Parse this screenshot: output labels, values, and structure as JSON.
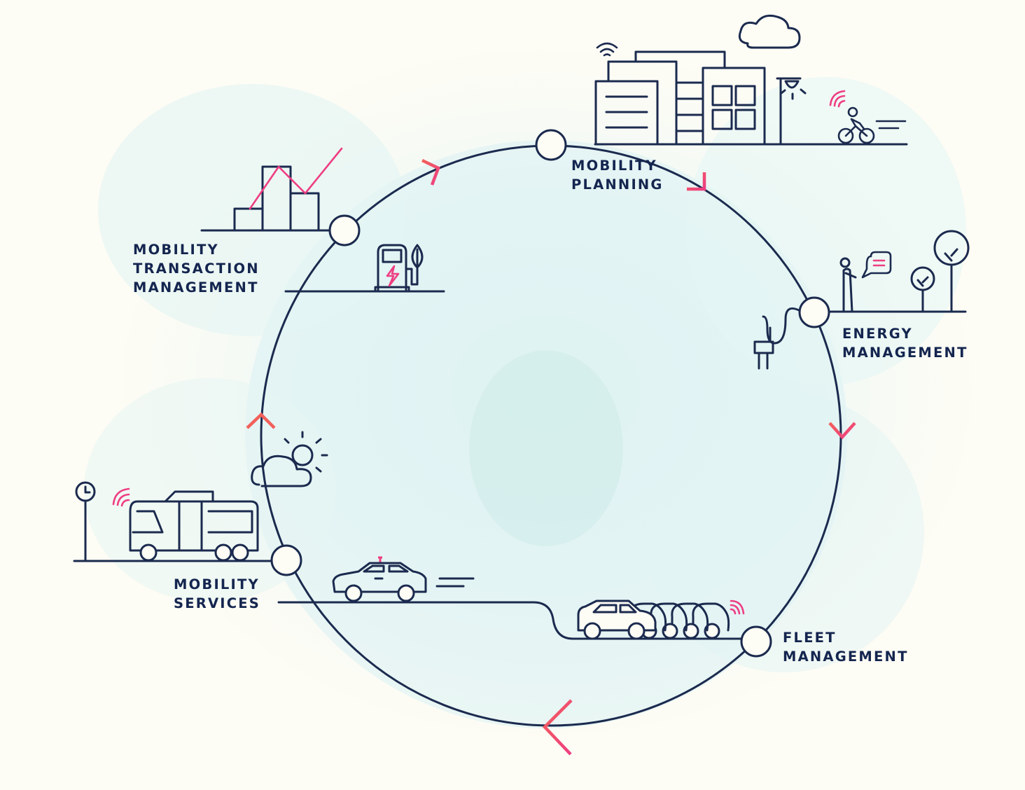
{
  "colors": {
    "background": "#fdfcf5",
    "ink": "#1b2a4e",
    "label": "#14254f",
    "accent_pink": "#ee3e82",
    "accent_coral": "#f2605a",
    "watercolor": "#dcf1f4"
  },
  "stages": [
    {
      "id": "planning",
      "lines": [
        "MOBILITY",
        "PLANNING"
      ]
    },
    {
      "id": "energy",
      "lines": [
        "ENERGY",
        "MANAGEMENT"
      ]
    },
    {
      "id": "fleet",
      "lines": [
        "FLEET",
        "MANAGEMENT"
      ]
    },
    {
      "id": "services",
      "lines": [
        "MOBILITY",
        "SERVICES"
      ]
    },
    {
      "id": "transaction",
      "lines": [
        "MOBILITY",
        "TRANSACTION",
        "MANAGEMENT"
      ]
    }
  ],
  "icons": [
    "city-buildings-icon",
    "street-lamp-icon",
    "cyclist-icon",
    "cloud-icon",
    "wifi-icon",
    "bar-chart-icon",
    "ev-charger-icon",
    "leaf-icon",
    "person-with-phone-icon",
    "chat-bubble-icon",
    "tree-icon",
    "power-plug-icon",
    "car-fleet-icon",
    "taxi-icon",
    "bus-icon",
    "bus-stop-clock-icon",
    "sun-cloud-icon",
    "direction-arrow-icon"
  ]
}
